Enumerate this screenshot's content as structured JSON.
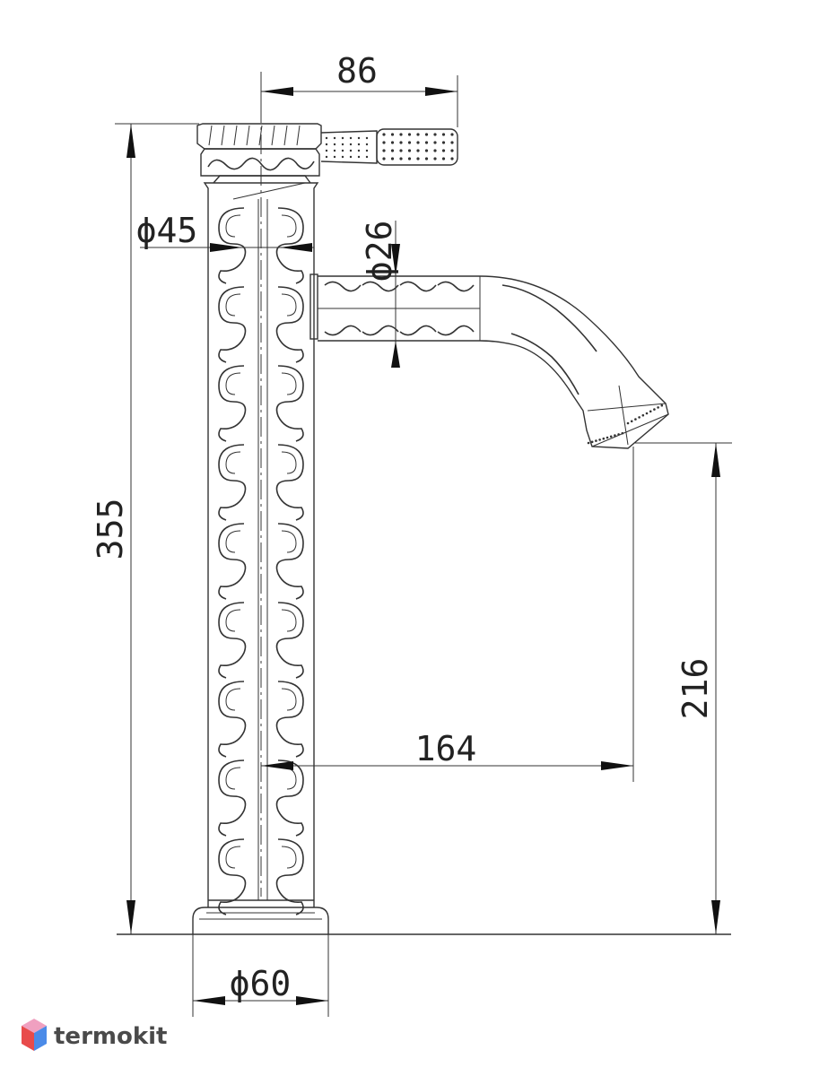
{
  "dimensions": {
    "handle_reach": "86",
    "body_diameter": "ϕ45",
    "spout_diameter": "ϕ26",
    "total_height": "355",
    "spout_height": "216",
    "spout_reach": "164",
    "base_diameter": "ϕ60"
  },
  "watermark": {
    "brand": "termokit",
    "accent_colors": [
      "#e84b4b",
      "#4b8be8",
      "#f0a0c0"
    ]
  }
}
